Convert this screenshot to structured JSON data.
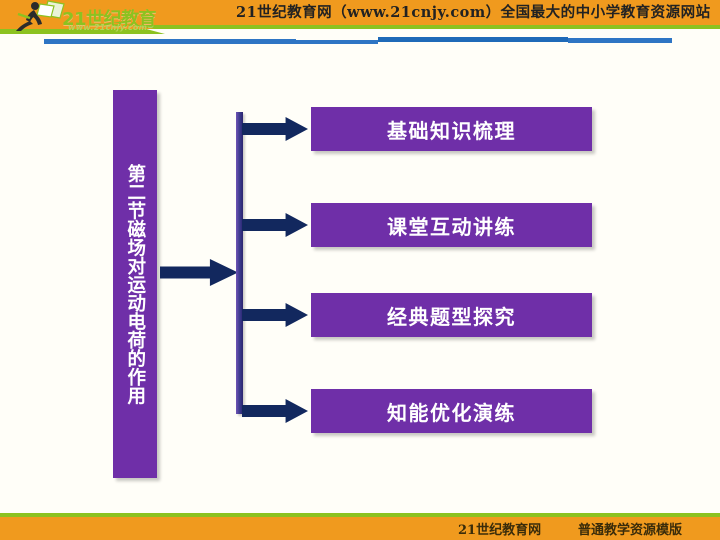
{
  "header": {
    "banner_text": "21世纪教育网（www.21cnjy.com）全国最大的中小学教育资源网站",
    "logo_name": "21世纪教育",
    "logo_url": "www.21cnjy.com",
    "orange": "#F09A1E",
    "green": "#8CC220",
    "blue": "#2E75C4"
  },
  "title": {
    "text": "第二节磁场对运动电荷的作用"
  },
  "items": [
    {
      "label": "基础知识梳理"
    },
    {
      "label": "课堂互动讲练"
    },
    {
      "label": "经典题型探究"
    },
    {
      "label": "知能优化演练"
    }
  ],
  "footer": {
    "site": "21世纪教育网",
    "template": "普通教学资源模版"
  },
  "colors": {
    "box_purple": "#6F2FA8",
    "arrow_navy": "#12285E",
    "background": "#FFFEF8"
  }
}
